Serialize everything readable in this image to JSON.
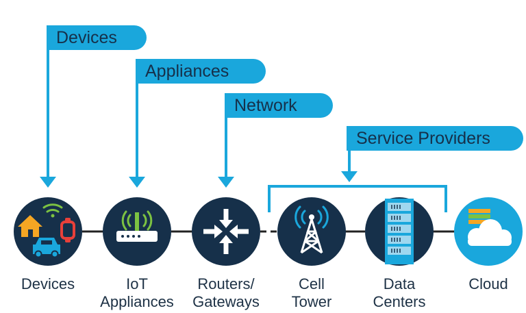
{
  "callouts": {
    "devices": "Devices",
    "appliances": "Appliances",
    "network": "Network",
    "service_providers": "Service Providers"
  },
  "nodes": {
    "devices": {
      "line1": "",
      "line2": "Devices"
    },
    "iot": {
      "line1": "IoT",
      "line2": "Appliances"
    },
    "routers": {
      "line1": "Routers/",
      "line2": "Gateways"
    },
    "cell": {
      "line1": "Cell",
      "line2": "Tower"
    },
    "datacenters": {
      "line1": "Data",
      "line2": "Centers"
    },
    "cloud": {
      "line1": "",
      "line2": "Cloud"
    }
  },
  "colors": {
    "accent": "#1aa7dc",
    "node_navy": "#16304a",
    "text": "#1d3145",
    "house": "#f5a623",
    "watch": "#e8403a",
    "wifi_green": "#7cc242"
  },
  "icons": [
    "house-icon",
    "wifi-icon",
    "watch-icon",
    "car-icon",
    "router-icon",
    "arrows-converge-icon",
    "cell-tower-icon",
    "server-rack-icon",
    "cloud-icon"
  ]
}
